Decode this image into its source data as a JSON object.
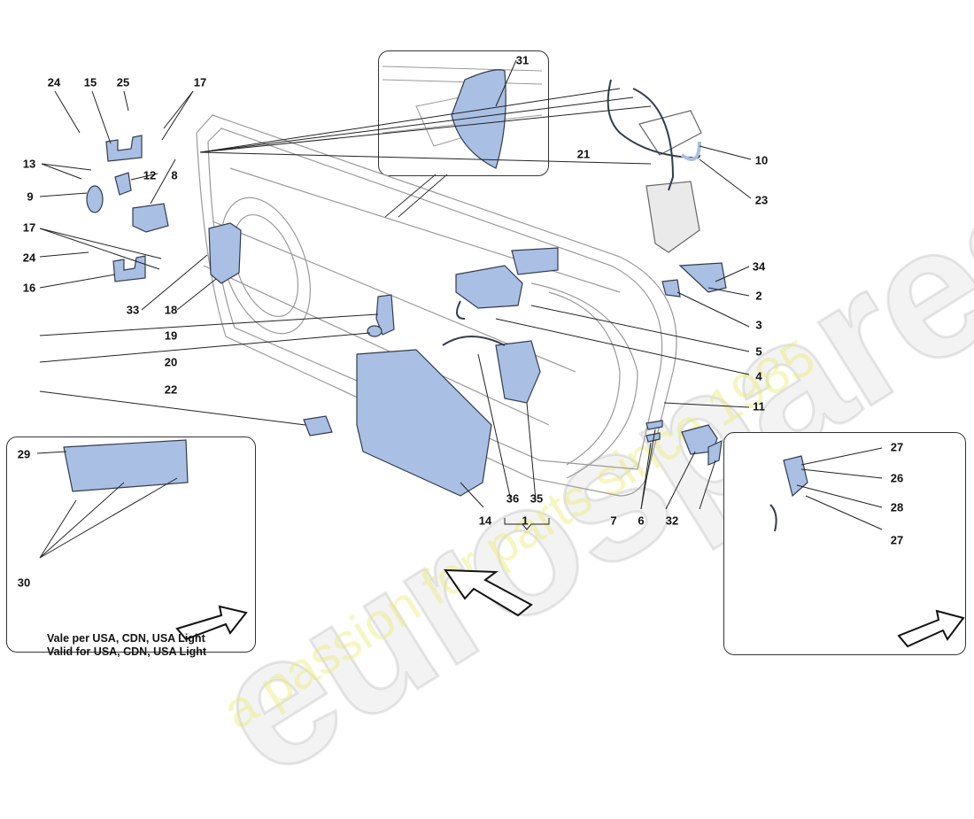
{
  "diagram": {
    "title_note_it": "Vale per USA, CDN, USA Light",
    "title_note_en": "Valid for USA, CDN, USA Light",
    "colors": {
      "part_fill": "#a9bfe3",
      "part_stroke": "#333b4d",
      "line": "#222222",
      "body_line": "#9a9a9a"
    },
    "watermark": {
      "brand": "eurospares",
      "tagline": "a passion for parts since 1985"
    },
    "callouts": {
      "c24a": "24",
      "c15": "15",
      "c25": "25",
      "c17a": "17",
      "c13": "13",
      "c12": "12",
      "c9": "9",
      "c8": "8",
      "c17b": "17",
      "c24b": "24",
      "c16": "16",
      "c33": "33",
      "c18": "18",
      "c19": "19",
      "c20": "20",
      "c22": "22",
      "c31": "31",
      "c21": "21",
      "c10": "10",
      "c23": "23",
      "c34": "34",
      "c2": "2",
      "c3": "3",
      "c5": "5",
      "c4": "4",
      "c11": "11",
      "c14": "14",
      "c36": "36",
      "c35": "35",
      "c1": "1",
      "c7": "7",
      "c6": "6",
      "c32": "32",
      "c29": "29",
      "c30": "30",
      "c27a": "27",
      "c26": "26",
      "c28": "28",
      "c27b": "27"
    }
  }
}
